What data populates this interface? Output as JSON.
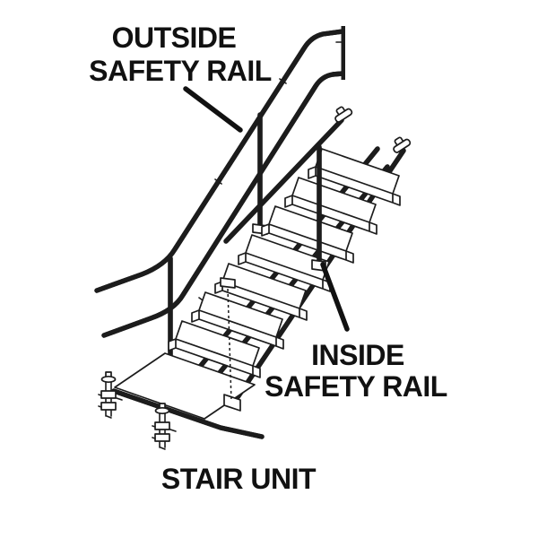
{
  "figure": {
    "background": "#ffffff",
    "line_color": "#1c1c1c",
    "labels": [
      {
        "id": "outside-safety-rail",
        "lines": [
          "OUTSIDE",
          "SAFETY RAIL"
        ]
      },
      {
        "id": "inside-safety-rail",
        "lines": [
          "INSIDE",
          "SAFETY RAIL"
        ]
      },
      {
        "id": "stair-unit",
        "lines": [
          "STAIR UNIT"
        ]
      }
    ]
  }
}
